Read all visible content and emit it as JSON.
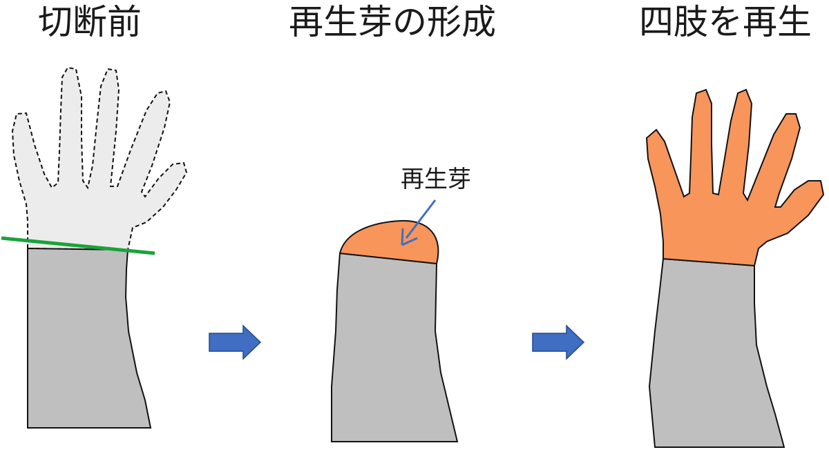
{
  "stages": [
    {
      "title": "切断前"
    },
    {
      "title": "再生芽の形成",
      "annotation": "再生芽"
    },
    {
      "title": "四肢を再生"
    }
  ],
  "colors": {
    "arm": "#bfbfbf",
    "hand_ghost": "#ececec",
    "blastema": "#f7955b",
    "amputation_line": "#1aa33a",
    "arrow": "#3f6ec2",
    "outline": "#111111"
  }
}
